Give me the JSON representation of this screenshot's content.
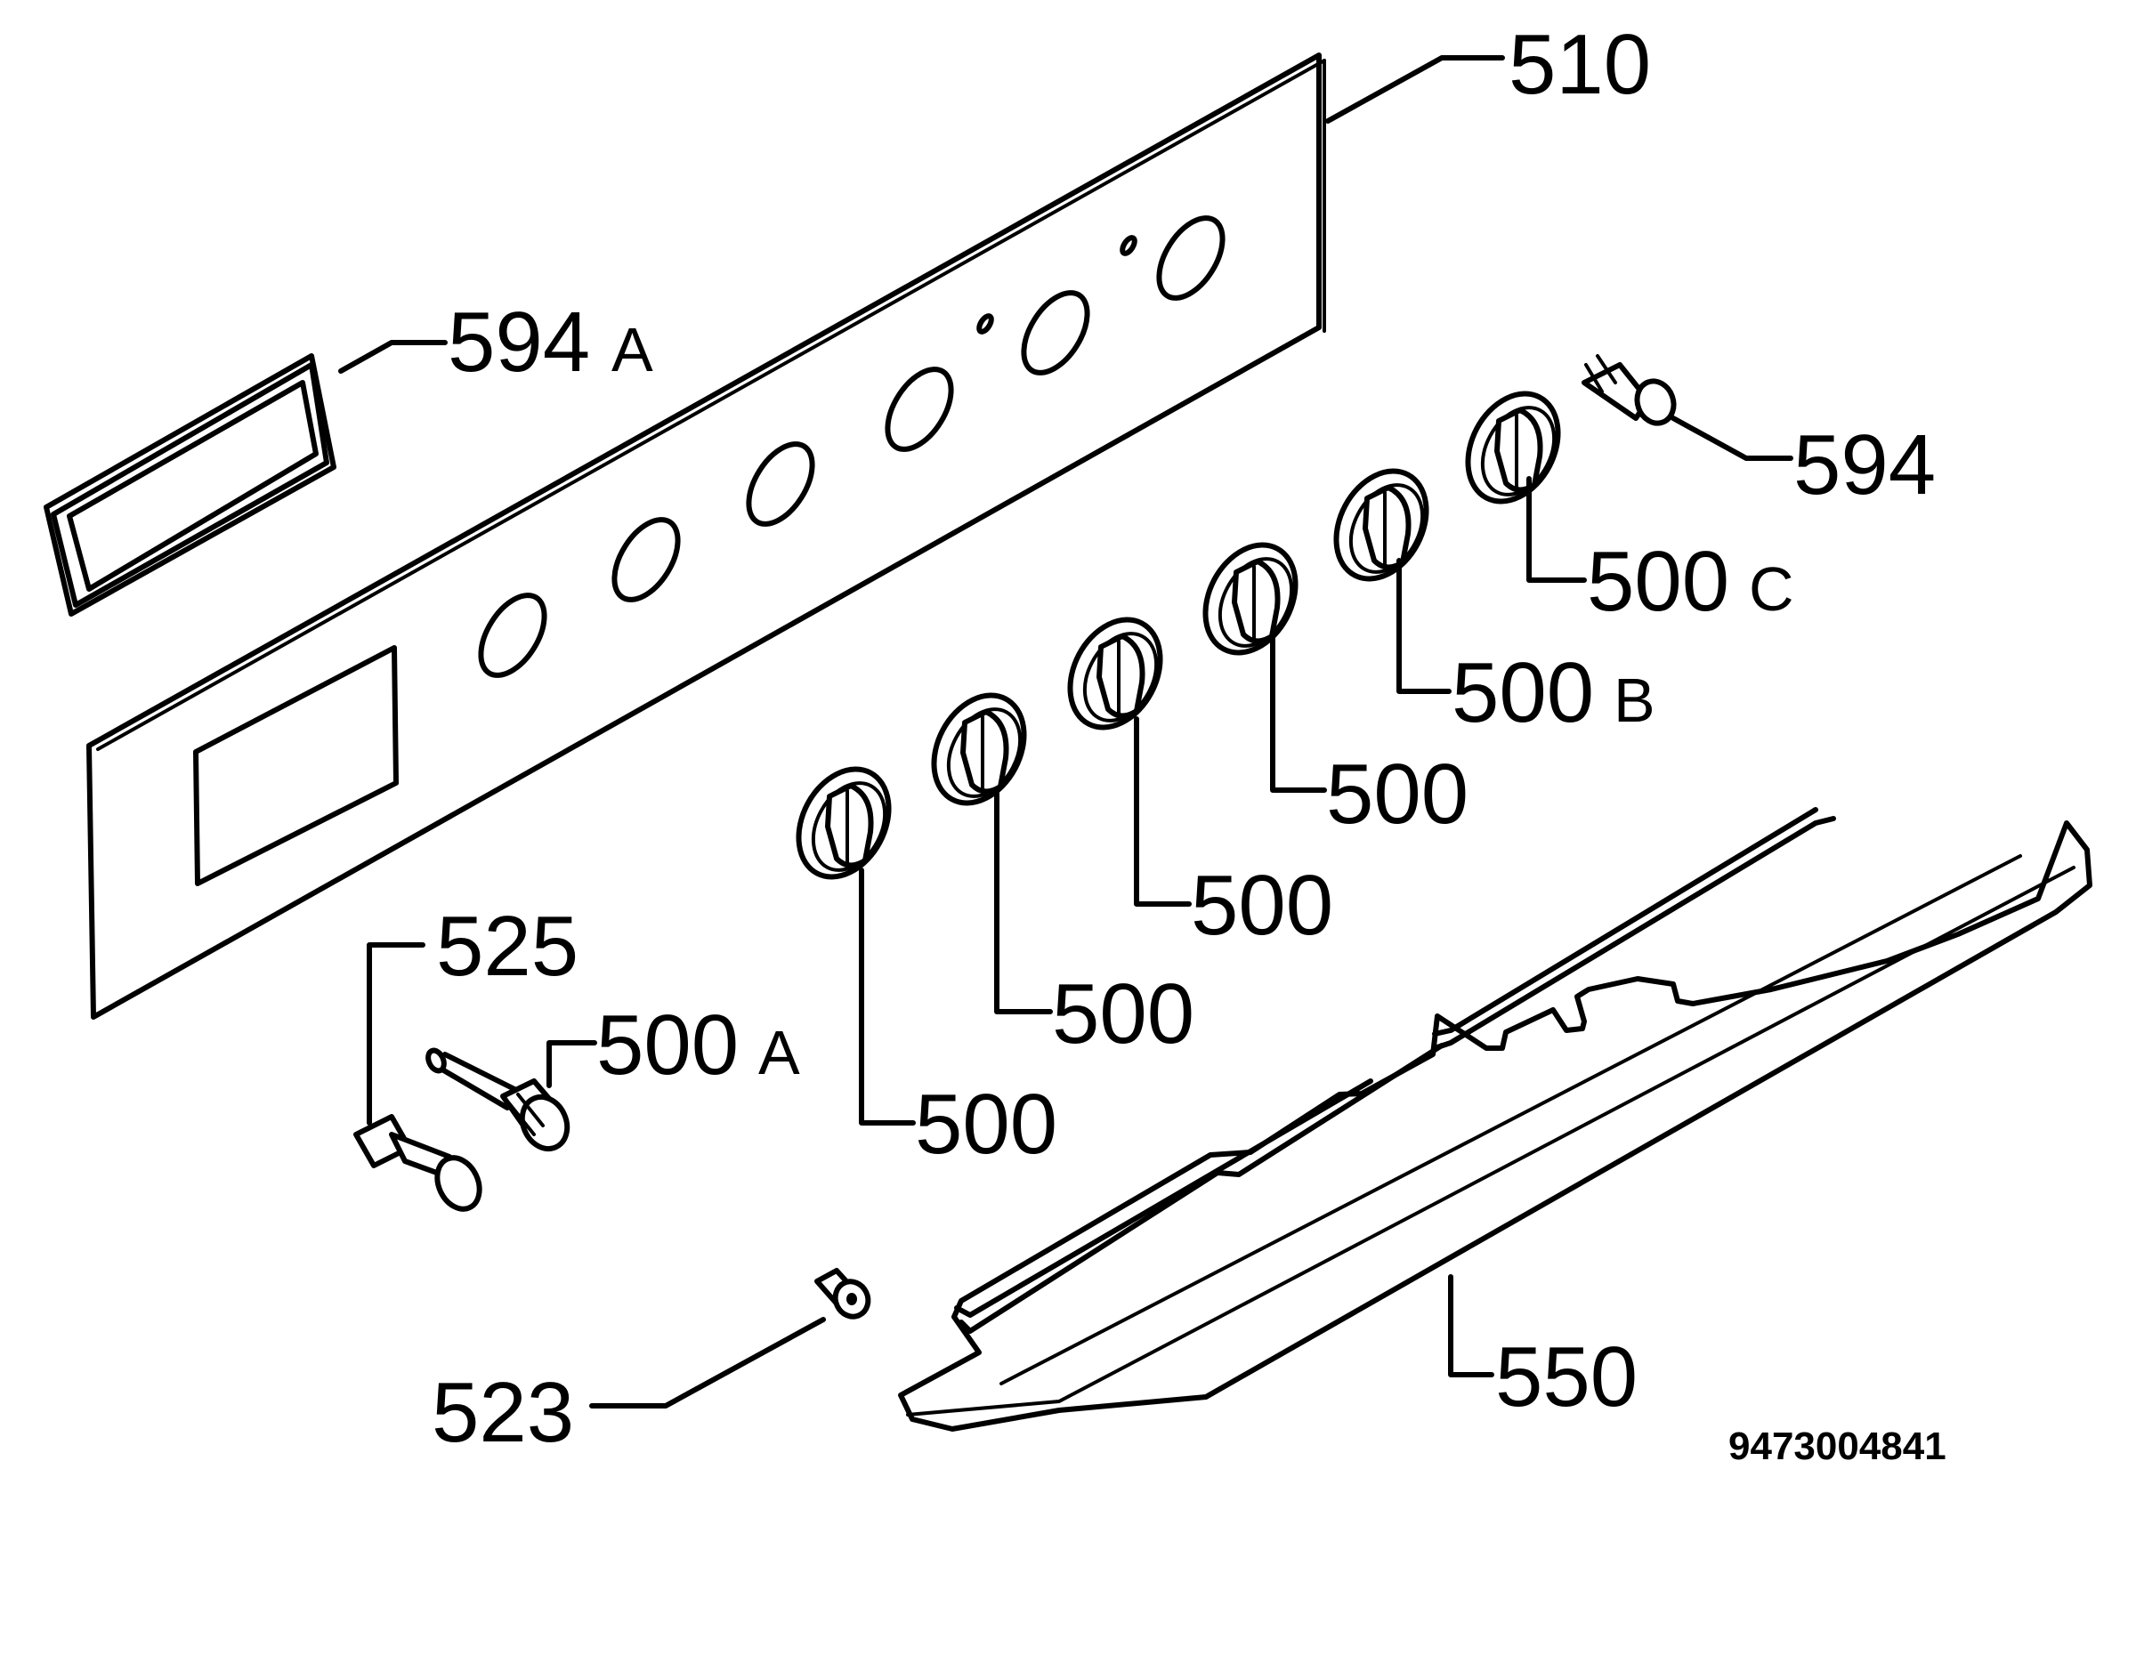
{
  "labels": {
    "panel": "510",
    "display_frame": {
      "num": "594",
      "suffix": "A"
    },
    "indicator": "594",
    "knob_c": {
      "num": "500",
      "suffix": "C"
    },
    "knob_b": {
      "num": "500",
      "suffix": "B"
    },
    "knob_1": "500",
    "knob_2": "500",
    "knob_3": "500",
    "knob_4": "500",
    "screw": "525",
    "spindle": {
      "num": "500",
      "suffix": "A"
    },
    "clip": "523",
    "trim": "550"
  },
  "drawing_number": "9473004841"
}
